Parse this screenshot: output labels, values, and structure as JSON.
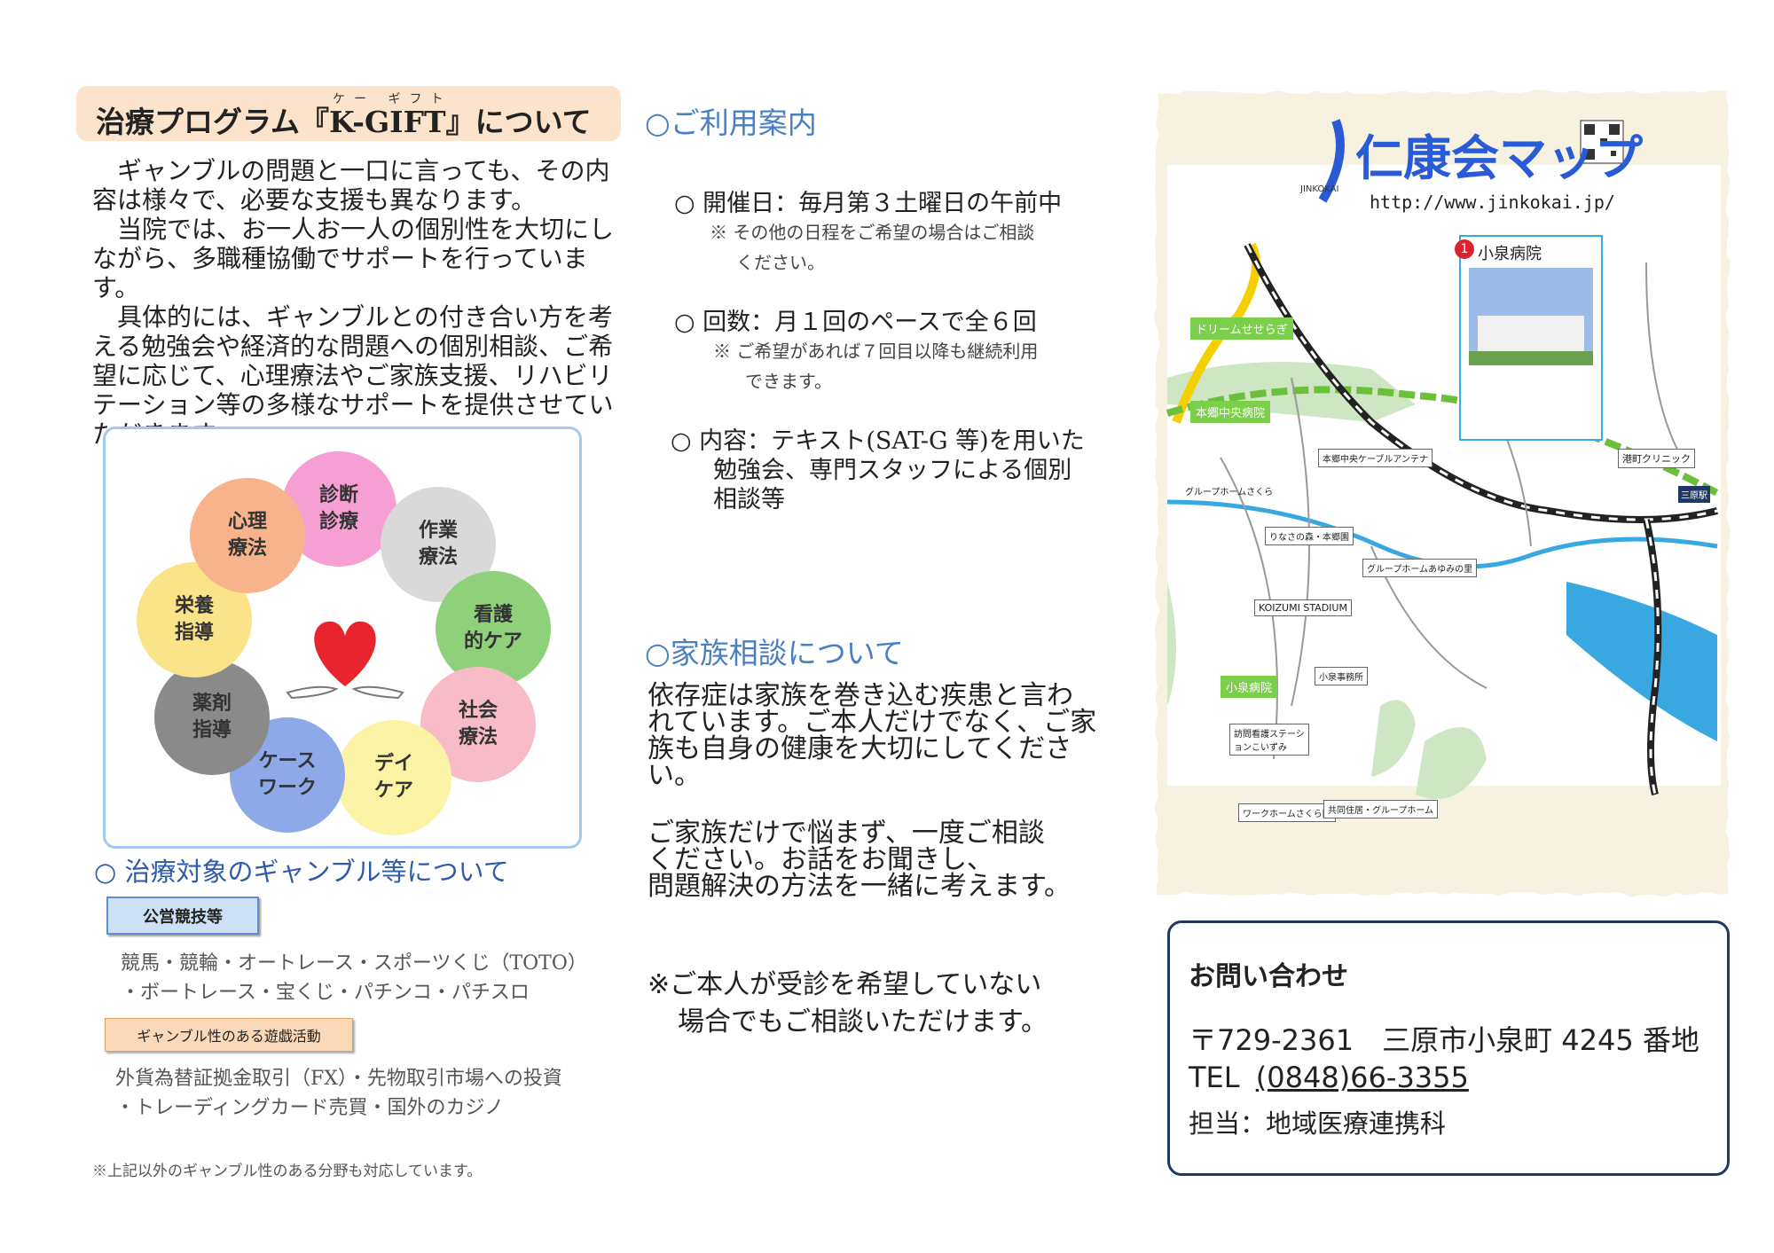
{
  "left": {
    "title": "治療プログラム『K-GIFT』について",
    "title_ruby": "ケー ギフト",
    "intro": [
      "ギャンブルの問題と一口に言っても、その内容は様々で、必要な支援も異なります。",
      "当院では、お一人お一人の個別性を大切にしながら、多職種協働でサポートを行っています。",
      "具体的には、ギャンブルとの付き合い方を考える勉強会や経済的な問題への個別相談、ご希望に応じて、心理療法やご家族支援、リハビリテーション等の多様なサポートを提供させていただきます。"
    ],
    "diagram": {
      "circles": [
        {
          "label": "診断\n診療",
          "color": "#f59fd3"
        },
        {
          "label": "作業\n療法",
          "color": "#d9d9d9"
        },
        {
          "label": "看護\n的ケア",
          "color": "#8fd07a"
        },
        {
          "label": "社会\n療法",
          "color": "#f8bcc8"
        },
        {
          "label": "デイ\nケア",
          "color": "#fbf3a6"
        },
        {
          "label": "ケース\nワーク",
          "color": "#8ea9e8"
        },
        {
          "label": "薬剤\n指導",
          "color": "#8a8a8a"
        },
        {
          "label": "栄養\n指導",
          "color": "#fbe38a"
        },
        {
          "label": "心理\n療法",
          "color": "#f7b38b"
        }
      ]
    },
    "targets_heading": "○ 治療対象のギャンブル等について",
    "badge_public": "公営競技等",
    "public_list": [
      "競馬・競輪・オートレース・スポーツくじ（TOTO）",
      "・ボートレース・宝くじ・パチンコ・パチスロ"
    ],
    "badge_other": "ギャンブル性のある遊戯活動",
    "other_list": [
      "外貨為替証拠金取引（FX）・先物取引市場への投資",
      "・トレーディングカード売買・国外のカジノ"
    ],
    "footnote": "※上記以外のギャンブル性のある分野も対応しています。"
  },
  "middle": {
    "usage_heading": "○ご利用案内",
    "items": [
      {
        "text": "○ 開催日：毎月第３土曜日の午前中",
        "notes": [
          "※ その他の日程をご希望の場合はご相談",
          "ください。"
        ]
      },
      {
        "text": "○ 回数：月１回のペースで全６回",
        "notes": [
          "※ ご希望があれば７回目以降も継続利用",
          "できます。"
        ]
      },
      {
        "text": "○ 内容：テキスト(SAT-G 等)を用いた",
        "cont": [
          "勉強会、専門スタッフによる個別",
          "相談等"
        ]
      }
    ],
    "family_heading": "○家族相談について",
    "family_para1": [
      "依存症は家族を巻き込む疾患と言わ",
      "れています。ご本人だけでなく、ご家",
      "族も自身の健康を大切にしてくださ",
      "い。"
    ],
    "family_para2": [
      "ご家族だけで悩まず、一度ご相談",
      "ください。お話をお聞きし、",
      "問題解決の方法を一緒に考えます。"
    ],
    "family_note": [
      "※ご本人が受診を希望していない",
      "場合でもご相談いただけます。"
    ]
  },
  "map": {
    "title": "仁康会マップ",
    "org": "JINKOKAI",
    "url": "http://www.jinkokai.jp/",
    "hospital_label": "小泉病院",
    "labels": [
      "ドリームせせらぎ",
      "本郷中央病院",
      "本郷中央ケーブルアンテナ",
      "グループホームさくら",
      "りなさの森・本郷園",
      "グループホームあゆみの里",
      "KOIZUMI STADIUM",
      "小泉病院",
      "小泉事務所",
      "訪問看護ステーションこいずみ",
      "ワークホームさくら園",
      "共同住居・グループホーム",
      "港町クリニック",
      "三原駅"
    ],
    "colors": {
      "title": "#2a5bd7",
      "label_bg": "#7ccf4a",
      "river": "#3aa8e0",
      "rail": "#222222",
      "road": "#f5d000"
    }
  },
  "contact": {
    "title": "お問い合わせ",
    "address": "〒729-2361　三原市小泉町 4245 番地",
    "tel_prefix": "TEL",
    "tel": "(0848)66-3355",
    "person": "担当：地域医療連携科"
  }
}
